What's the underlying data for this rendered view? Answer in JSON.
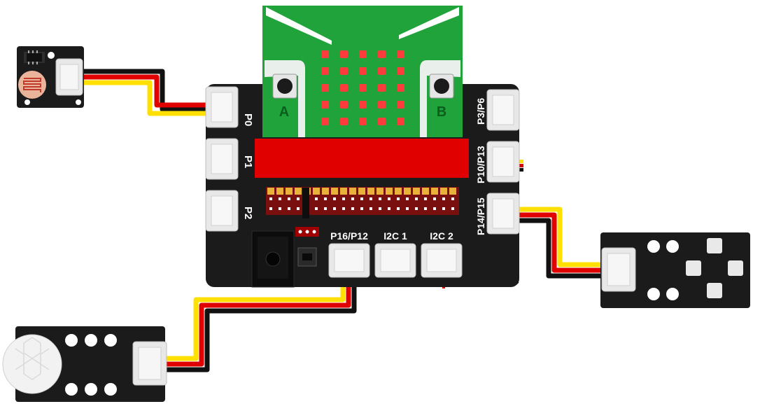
{
  "board": {
    "button_a_label": "A",
    "button_b_label": "B",
    "ports": {
      "p0": "P0",
      "p1": "P1",
      "p2": "P2",
      "p3_p6": "P3/P6",
      "p10_p13": "P10/P13",
      "p14_p15": "P14/P15",
      "p16_p12": "P16/P12",
      "i2c1": "I2C 1",
      "i2c2": "I2C 2"
    }
  },
  "colors": {
    "board": "#1b1b1b",
    "microbit": "#1fa33a",
    "led": "#ff3b3b",
    "strip": "#e00000",
    "wire_red": "#e00000",
    "wire_yellow": "#ffe000",
    "wire_black": "#111111",
    "connector": "#e8e8e8"
  }
}
